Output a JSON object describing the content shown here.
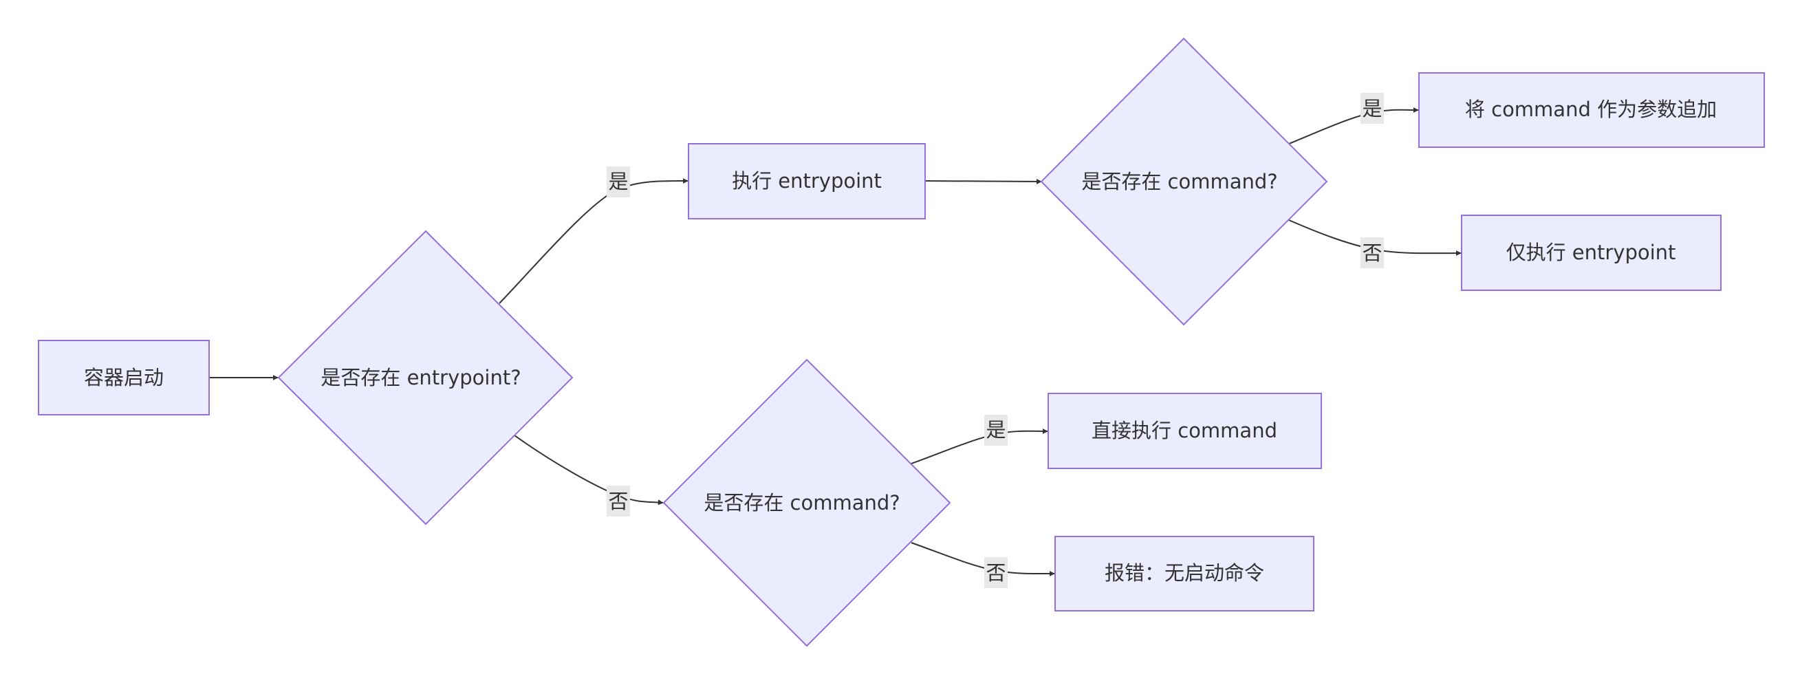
{
  "diagram": {
    "nodes": {
      "start": {
        "label": "容器启动",
        "shape": "rect"
      },
      "has_entrypoint": {
        "label": "是否存在 entrypoint?",
        "shape": "diamond"
      },
      "exec_entrypoint": {
        "label": "执行 entrypoint",
        "shape": "rect"
      },
      "has_command_a": {
        "label": "是否存在 command?",
        "shape": "diamond"
      },
      "append_command": {
        "label": "将 command 作为参数追加",
        "shape": "rect"
      },
      "only_entrypoint": {
        "label": "仅执行 entrypoint",
        "shape": "rect"
      },
      "has_command_b": {
        "label": "是否存在 command?",
        "shape": "diamond"
      },
      "exec_command": {
        "label": "直接执行 command",
        "shape": "rect"
      },
      "error": {
        "label": "报错：无启动命令",
        "shape": "rect"
      }
    },
    "edges": {
      "start_to_check": {
        "from": "容器启动",
        "to": "是否存在 entrypoint?",
        "label": ""
      },
      "entry_yes": {
        "from": "是否存在 entrypoint?",
        "to": "执行 entrypoint",
        "label": "是"
      },
      "entry_no": {
        "from": "是否存在 entrypoint?",
        "to": "是否存在 command?",
        "label": "否"
      },
      "exec_to_check": {
        "from": "执行 entrypoint",
        "to": "是否存在 command?",
        "label": ""
      },
      "cmd_a_yes": {
        "from": "是否存在 command?",
        "to": "将 command 作为参数追加",
        "label": "是"
      },
      "cmd_a_no": {
        "from": "是否存在 command?",
        "to": "仅执行 entrypoint",
        "label": "否"
      },
      "cmd_b_yes": {
        "from": "是否存在 command?",
        "to": "直接执行 command",
        "label": "是"
      },
      "cmd_b_no": {
        "from": "是否存在 command?",
        "to": "报错：无启动命令",
        "label": "否"
      }
    },
    "colors": {
      "node_fill": "#ECECFF",
      "node_stroke": "#9370DB",
      "edge_stroke": "#333333",
      "label_background": "#E8E8E8",
      "text": "#333333"
    }
  }
}
